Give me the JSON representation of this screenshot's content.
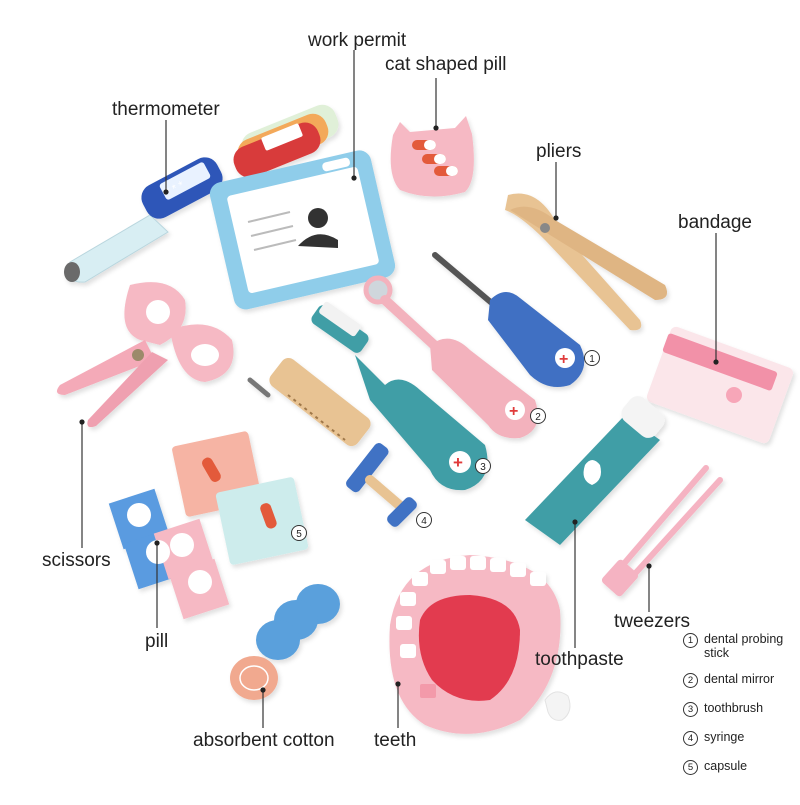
{
  "labels": {
    "work_permit": "work permit",
    "cat_shaped_pill": "cat shaped pill",
    "thermometer": "thermometer",
    "pliers": "pliers",
    "bandage": "bandage",
    "scissors": "scissors",
    "pill": "pill",
    "absorbent_cotton": "absorbent cotton",
    "teeth": "teeth",
    "toothpaste": "toothpaste",
    "tweezers": "tweezers"
  },
  "markers": {
    "m1": "1",
    "m2": "2",
    "m3": "3",
    "m4": "4",
    "m5": "5"
  },
  "legend": [
    {
      "num": "1",
      "text": "dental probing stick"
    },
    {
      "num": "2",
      "text": "dental mirror"
    },
    {
      "num": "3",
      "text": "toothbrush"
    },
    {
      "num": "4",
      "text": "syringe"
    },
    {
      "num": "5",
      "text": "capsule"
    }
  ],
  "colors": {
    "pink": "#f3b2bd",
    "light_pink": "#f8cfd6",
    "blue": "#3f72c4",
    "teal": "#3f9ea6",
    "light_blue": "#9fd3ea",
    "wood": "#e6bf8c",
    "red": "#e03a3a",
    "leader_line": "#333333"
  }
}
